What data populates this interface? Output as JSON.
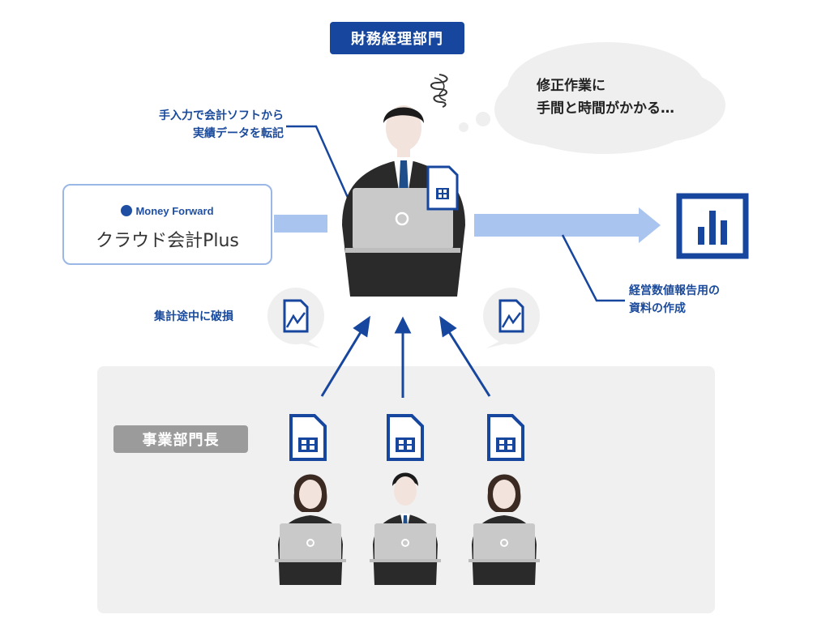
{
  "header": {
    "dept_label": "財務経理部門"
  },
  "software": {
    "brand": "Money Forward",
    "product": "クラウド会計Plus"
  },
  "notes": {
    "manual_entry_line1": "手入力で会計ソフトから",
    "manual_entry_line2": "実績データを転記",
    "damaged": "集計途中に破損",
    "report_line1": "経営数値報告用の",
    "report_line2": "資料の作成"
  },
  "thought": {
    "line1": "修正作業に",
    "line2": "手間と時間がかかる…"
  },
  "group": {
    "label": "事業部門長"
  },
  "colors": {
    "primary": "#17469e",
    "accent_light": "#a9c4ee",
    "gray": "#9b9b9b",
    "area": "#f0f0f0"
  }
}
